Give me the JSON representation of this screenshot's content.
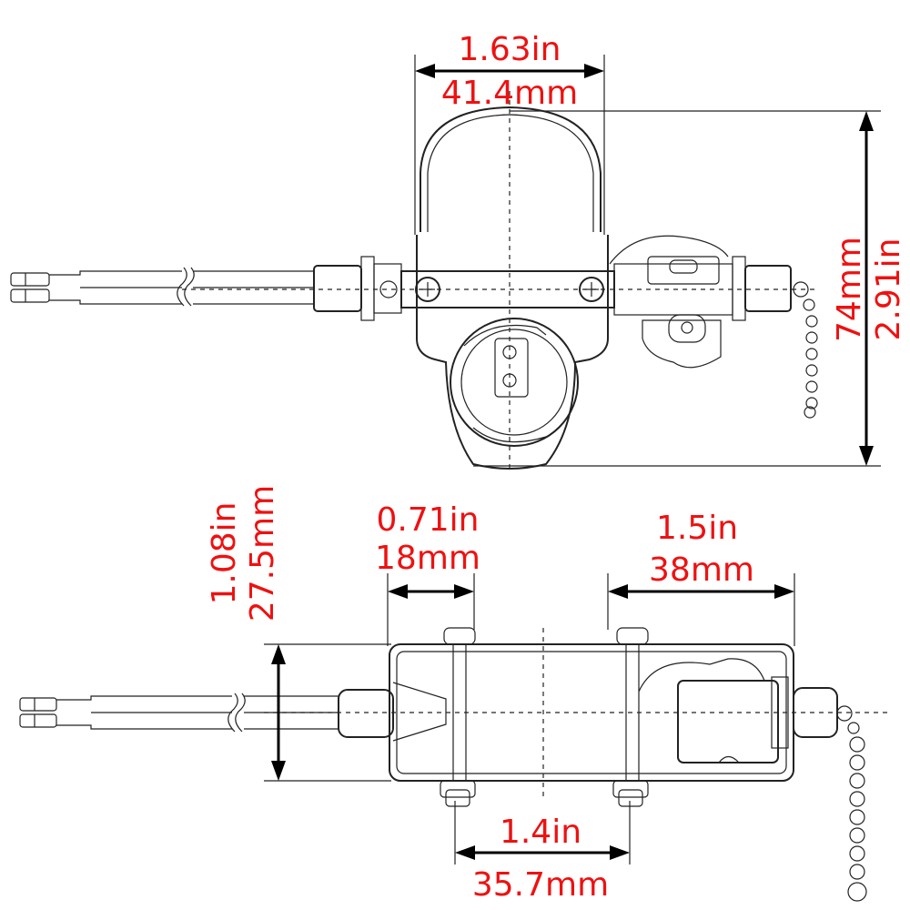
{
  "colors": {
    "dimension_text": "#ee1111",
    "line": "#222222",
    "background": "#ffffff"
  },
  "top_view": {
    "width_in": "1.63in",
    "width_mm": "41.4mm",
    "height_mm": "74mm",
    "height_in": "2.91in"
  },
  "side_view": {
    "height_in": "1.08in",
    "height_mm": "27.5mm",
    "bracket_in": "0.71in",
    "bracket_mm": "18mm",
    "right_in": "1.5in",
    "right_mm": "38mm",
    "bolt_in": "1.4in",
    "bolt_mm": "35.7mm"
  }
}
